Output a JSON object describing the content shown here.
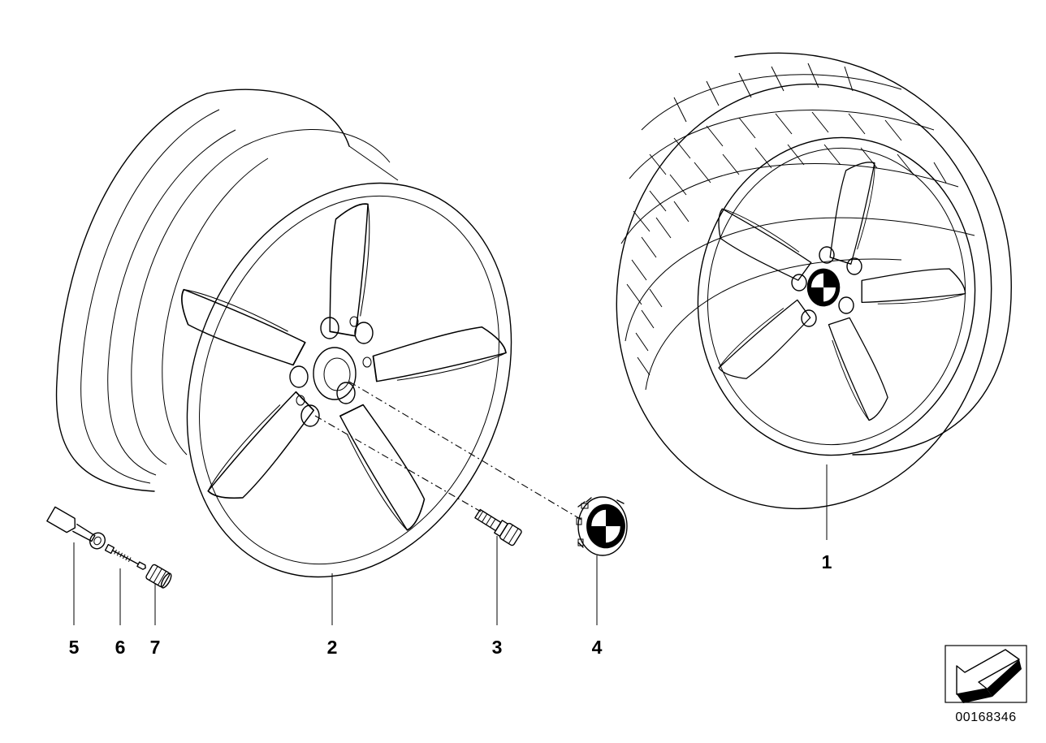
{
  "diagram": {
    "callouts": [
      {
        "id": "5",
        "label": "5"
      },
      {
        "id": "6",
        "label": "6"
      },
      {
        "id": "7",
        "label": "7"
      },
      {
        "id": "2",
        "label": "2"
      },
      {
        "id": "3",
        "label": "3"
      },
      {
        "id": "4",
        "label": "4"
      },
      {
        "id": "1",
        "label": "1"
      }
    ],
    "drawing_number": "00168346",
    "navigation_icon": "view-arrow-icon",
    "colors": {
      "ink": "#000000",
      "paper": "#ffffff"
    }
  }
}
